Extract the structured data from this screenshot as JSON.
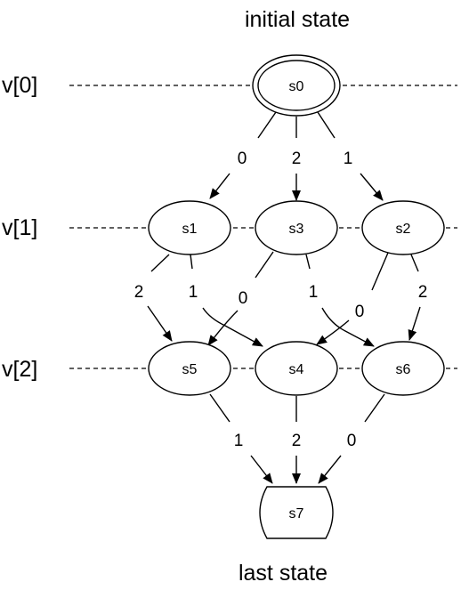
{
  "header": {
    "title": "initial state"
  },
  "footer": {
    "title": "last state"
  },
  "levels": [
    {
      "id": "v0",
      "label": "v[0]"
    },
    {
      "id": "v1",
      "label": "v[1]"
    },
    {
      "id": "v2",
      "label": "v[2]"
    }
  ],
  "nodes": [
    {
      "id": "s0",
      "label": "s0",
      "shape": "double-ellipse"
    },
    {
      "id": "s1",
      "label": "s1",
      "shape": "ellipse"
    },
    {
      "id": "s3",
      "label": "s3",
      "shape": "ellipse"
    },
    {
      "id": "s2",
      "label": "s2",
      "shape": "ellipse"
    },
    {
      "id": "s5",
      "label": "s5",
      "shape": "ellipse"
    },
    {
      "id": "s4",
      "label": "s4",
      "shape": "ellipse"
    },
    {
      "id": "s6",
      "label": "s6",
      "shape": "ellipse"
    },
    {
      "id": "s7",
      "label": "s7",
      "shape": "rounded-box"
    }
  ],
  "edges": [
    {
      "from": "s0",
      "to": "s1",
      "label": "0"
    },
    {
      "from": "s0",
      "to": "s3",
      "label": "2"
    },
    {
      "from": "s0",
      "to": "s2",
      "label": "1"
    },
    {
      "from": "s1",
      "to": "s5",
      "label": "2"
    },
    {
      "from": "s1",
      "to": "s4",
      "label": "1"
    },
    {
      "from": "s3",
      "to": "s5",
      "label": "0"
    },
    {
      "from": "s3",
      "to": "s6",
      "label": "1"
    },
    {
      "from": "s2",
      "to": "s4",
      "label": "0"
    },
    {
      "from": "s2",
      "to": "s6",
      "label": "2"
    },
    {
      "from": "s5",
      "to": "s7",
      "label": "1"
    },
    {
      "from": "s4",
      "to": "s7",
      "label": "2"
    },
    {
      "from": "s6",
      "to": "s7",
      "label": "0"
    }
  ]
}
